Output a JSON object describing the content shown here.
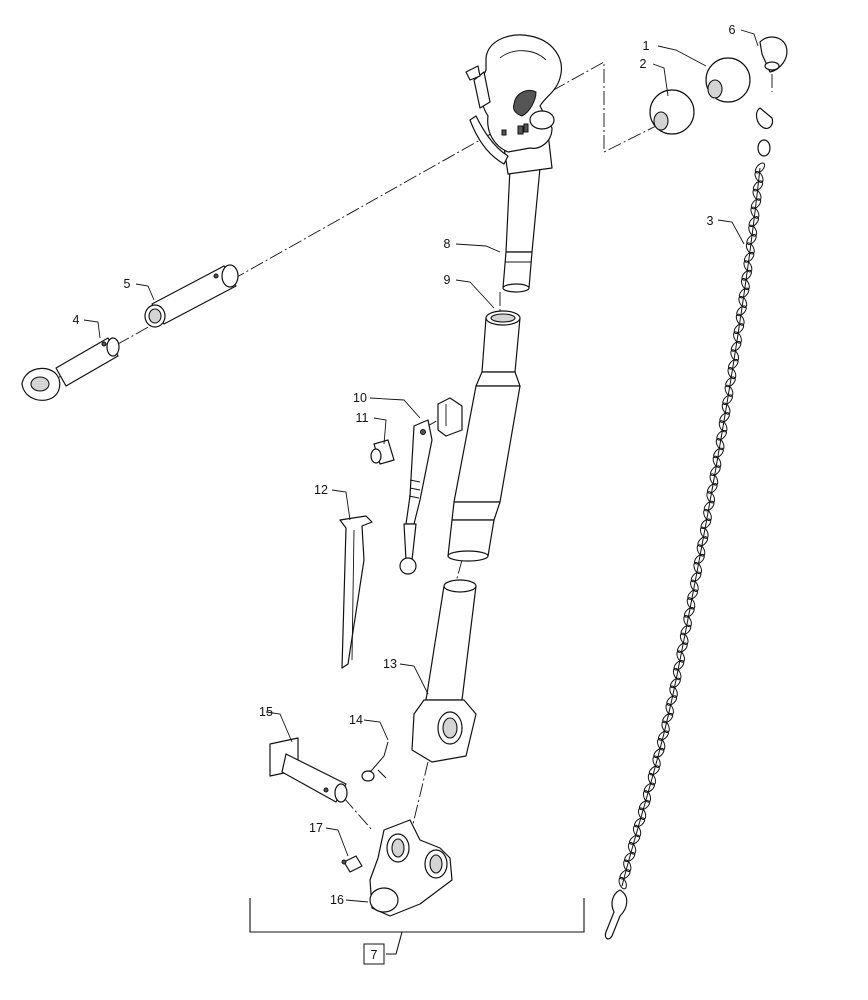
{
  "diagram": {
    "callouts": [
      "1",
      "2",
      "3",
      "4",
      "5",
      "6",
      "8",
      "9",
      "10",
      "11",
      "12",
      "13",
      "14",
      "15",
      "16",
      "17"
    ],
    "assembly_callout": "7"
  },
  "colors": {
    "line": "#111111",
    "background": "#ffffff",
    "shade": "#d4d4d4"
  }
}
